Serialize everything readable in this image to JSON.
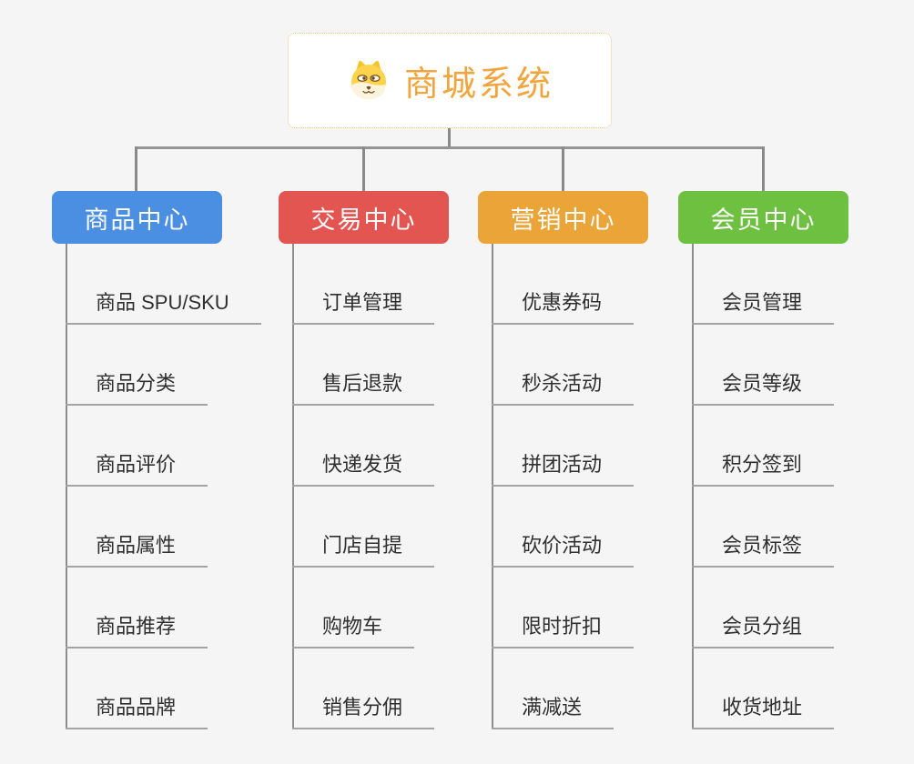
{
  "canvas": {
    "background": "#f5f5f5",
    "connector_color": "#8a8a8a",
    "underline_color": "#a3a3a3"
  },
  "root": {
    "title": "商城系统",
    "icon": "shiba-dog-icon",
    "text_color": "#f2a43d",
    "border_color": "#eec27f"
  },
  "branches": [
    {
      "label": "商品中心",
      "color": "#4a8fe2",
      "items": [
        "商品 SPU/SKU",
        "商品分类",
        "商品评价",
        "商品属性",
        "商品推荐",
        "商品品牌"
      ]
    },
    {
      "label": "交易中心",
      "color": "#e25551",
      "items": [
        "订单管理",
        "售后退款",
        "快递发货",
        "门店自提",
        "购物车",
        "销售分佣"
      ]
    },
    {
      "label": "营销中心",
      "color": "#eaa437",
      "items": [
        "优惠券码",
        "秒杀活动",
        "拼团活动",
        "砍价活动",
        "限时折扣",
        "满减送"
      ]
    },
    {
      "label": "会员中心",
      "color": "#6ec040",
      "items": [
        "会员管理",
        "会员等级",
        "积分签到",
        "会员标签",
        "会员分组",
        "收货地址"
      ]
    }
  ]
}
